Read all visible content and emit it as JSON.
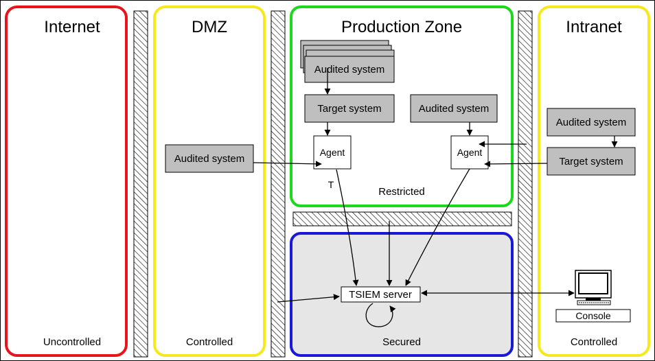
{
  "zones": {
    "internet": {
      "title": "Internet",
      "footer": "Uncontrolled",
      "color": "#e8141b"
    },
    "dmz": {
      "title": "DMZ",
      "footer": "Controlled",
      "color": "#f5e91c"
    },
    "production": {
      "title": "Production Zone",
      "footer": "Restricted",
      "color": "#1dd91d"
    },
    "secured": {
      "footer": "Secured",
      "color": "#1a1ad6",
      "fill": "#e6e6e6"
    },
    "intranet": {
      "title": "Intranet",
      "footer": "Controlled",
      "color": "#f5e91c"
    }
  },
  "nodes": {
    "prod_audited_stack": "Audited system",
    "prod_target": "Target system",
    "prod_audited_right": "Audited system",
    "agent_left": "Agent",
    "agent_right": "Agent",
    "agent_left_mark": "T",
    "dmz_audited": "Audited system",
    "intranet_audited": "Audited system",
    "intranet_target": "Target system",
    "tsiem_server": "TSIEM server",
    "console": "Console"
  },
  "colors": {
    "box_gray": "#bfbfbf",
    "firewall_stroke": "#000000"
  },
  "icons": {
    "firewall": "hatched-firewall",
    "console": "computer-monitor-icon",
    "loop": "self-loop-arrow"
  }
}
